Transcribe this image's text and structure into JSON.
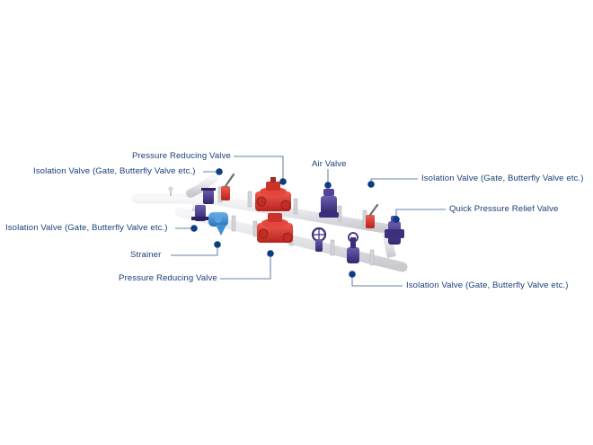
{
  "diagram": {
    "labels": {
      "prv_top": "Pressure Reducing Valve",
      "iso_top_left": "Isolation Valve (Gate, Butterfly Valve etc.)",
      "air_valve": "Air Valve",
      "iso_top_right": "Isolation Valve (Gate, Butterfly Valve etc.)",
      "quick_relief": "Quick Pressure Relief Valve",
      "iso_mid_left": "Isolation Valve (Gate, Butterfly Valve etc.)",
      "strainer": "Strainer",
      "prv_bottom": "Pressure Reducing Valve",
      "iso_bottom_right": "Isolation Valve (Gate, Butterfly Valve etc.)"
    },
    "colors": {
      "label_text": "#1b3f78",
      "callout_dot": "#0d3c85",
      "leader_line": "#3a5a8a",
      "pipe": "#e6e7ea",
      "prv_body": "#d8342c",
      "gate_valve": "#4a3a8c",
      "strainer": "#3f8fd1"
    }
  }
}
